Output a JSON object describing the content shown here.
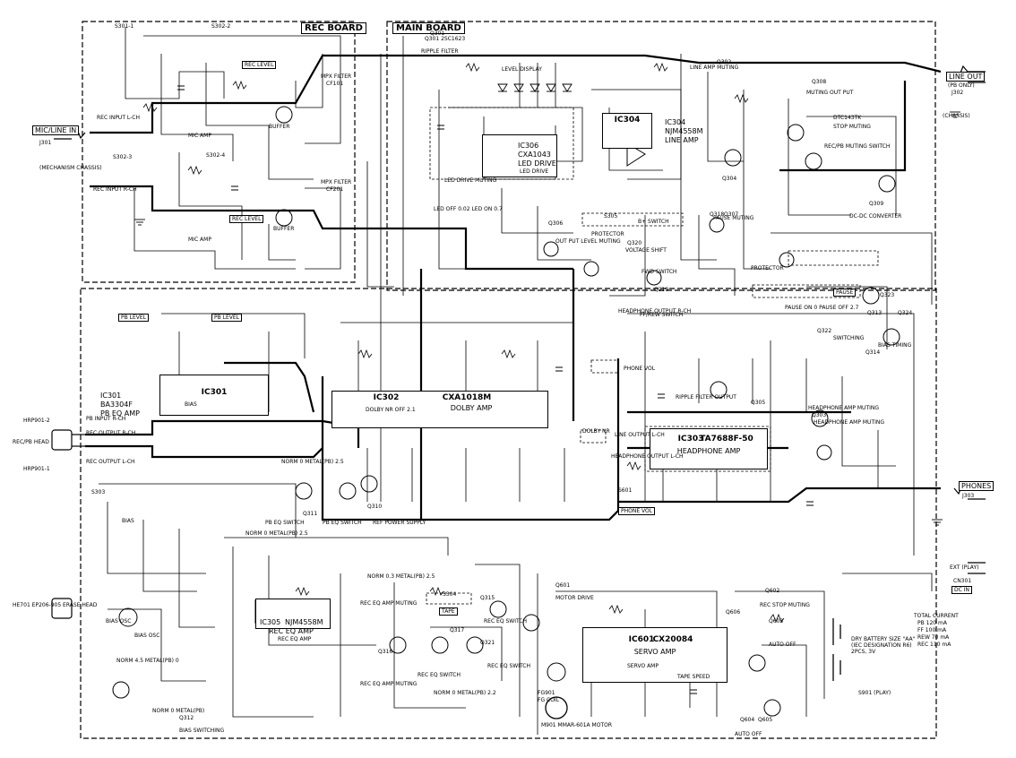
{
  "boards": {
    "rec": "REC BOARD",
    "main": "MAIN BOARD"
  },
  "ics": {
    "ic301_ref": "IC301",
    "ic301_part": "BA3304F",
    "ic301_func": "PB EQ AMP",
    "ic302_ref": "IC302",
    "ic302_part": "CXA1018M",
    "ic302_func": "DOLBY AMP",
    "ic303_ref": "IC303",
    "ic303_part": "TA7688F-50",
    "ic303_func": "HEADPHONE AMP",
    "ic304_ref": "IC304",
    "ic304_part": "NJM4558M",
    "ic304_func": "LINE AMP",
    "ic305_ref": "IC305",
    "ic305_part": "NJM4558M",
    "ic305_func": "REC EQ AMP",
    "ic306_ref": "IC306",
    "ic306_part": "CXA1043",
    "ic306_func": "LED DRIVE",
    "ic601_ref": "IC601",
    "ic601_part": "CX20084",
    "ic601_func": "SERVO AMP"
  },
  "jacks": {
    "mic_line_in": "MIC/LINE IN",
    "mic_line_ref": "J301",
    "mechanism_chassis": "(MECHANISM CHASSIS)",
    "line_out": "LINE OUT",
    "line_out_note": "(PB ONLY)",
    "line_out_ref": "J302",
    "chassis": "(CHASSIS)",
    "phones": "PHONES",
    "phones_ref": "J303",
    "ext": "EXT (PLAY)",
    "dc_in": "CN301",
    "dc_in_label": "DC IN"
  },
  "labels": {
    "rec_input_l": "REC INPUT L-CH",
    "rec_input_r": "REC INPUT R-CH",
    "rec_level": "REC LEVEL",
    "rec_level_2": "REC LEVEL",
    "mpx_filter_1": "MPX FILTER",
    "mpx_filter_1_ref": "CF101",
    "mpx_filter_2": "MPX FILTER",
    "mpx_filter_2_ref": "CF201",
    "buffer_1": "BUFFER",
    "buffer_2": "BUFFER",
    "mic_amp_1": "MIC AMP",
    "mic_amp_2": "MIC AMP",
    "ripple_filter": "RIPPLE FILTER",
    "ripple_filter_q": "Q301 2SC1623",
    "level_display": "LEVEL DISPLAY",
    "led_drive": "LED DRIVE",
    "led_drive_muting": "LED DRIVE MUTING",
    "line_amp_muting": "LINE AMP MUTING",
    "muting_out_put": "MUTING OUT PUT",
    "stop_muting": "STOP MUTING",
    "q309_part": "DTC143TK",
    "rec_pb_muting_switch": "REC/PB MUTING SWITCH",
    "pause_muting": "PAUSE MUTING",
    "dc_dc_converter": "DC-DC CONVERTER",
    "protector": "PROTECTOR",
    "protector_2": "PROTECTOR",
    "voltage_shift": "VOLTAGE SHIFT",
    "b_switch": "B+ SWITCH",
    "fwd_switch": "FWD SWITCH",
    "ff_rew_switch": "FF/REW SWITCH",
    "out_put_level_muting": "OUT PUT LEVEL MUTING",
    "pause": "PAUSE",
    "bias_timing": "BIAS TIMING",
    "switching": "SWITCHING",
    "pb_level": "PB LEVEL",
    "pb_level_2": "PB LEVEL",
    "pb_input_r": "PB INPUT R-CH",
    "rec_output_r": "REC OUTPUT R-CH",
    "rec_output_l": "REC OUTPUT L-CH",
    "rec_pb_head": "REC/PB HEAD",
    "hrp901_r": "HRP901-2",
    "hrp901_l": "HRP901-1",
    "erase_head": "HE701 EP206-905 ERASE HEAD",
    "bias_osc": "BIAS OSC",
    "bias_osc_2": "BIAS OSC",
    "bias_switching": "BIAS SWITCHING",
    "bias_box": "BIAS",
    "bias_chip": "BIAS",
    "pb_eq_switch": "PB EQ SWITCH",
    "pb_eq_switch_2": "PB EQ SWITCH",
    "ref_power_supply": "REF POWER SUPPLY",
    "dolby_nr": "DOLBY NR OFF 2.1",
    "headphone_output_r": "HEADPHONE OUTPUT R-CH",
    "headphone_output_l": "HEADPHONE OUTPUT L-CH",
    "line_output_l": "LINE OUTPUT L-CH",
    "ripple_filter_output": "RIPPLE FILTER OUTPUT",
    "phone_vol": "PHONE VOL",
    "phone_vol_box": "PHONE VOL",
    "headphone_amp_muting": "HEADPHONE AMP MUTING",
    "headphone_amp_muting_2": "HEADPHONE AMP MUTING",
    "rec_eq_amp": "REC EQ AMP",
    "rec_eq_amp_muting": "REC EQ AMP MUTING",
    "rec_eq_switch": "REC EQ SWITCH",
    "rec_eq_switch_2": "REC EQ SWITCH",
    "rec_eq_switch_3": "REC EQ SWITCH",
    "rec_eq_amp_muting_2": "REC EQ AMP MUTING",
    "motor_drive": "MOTOR DRIVE",
    "servo_amp": "SERVO AMP",
    "rec_stop_muting": "REC STOP MUTING",
    "auto_off": "AUTO OFF",
    "auto_off_2": "AUTO OFF",
    "motor": "M901 MMAR-601A MOTOR",
    "fg": "FG901",
    "fg_coil": "FG COIL",
    "tape_speed": "TAPE SPEED",
    "dolby_nr_switch": "DOLBY NR",
    "tape_switch": "TAPE",
    "dry_battery": "DRY BATTERY SIZE \"AA\" (IEC DESIGNATION R6) 2PCS, 3V",
    "total_current_title": "TOTAL CURRENT",
    "total_current_pb": "PB 120 mA",
    "total_current_ff": "FF 100 mA",
    "total_current_rew": "REW 70 mA",
    "total_current_rec": "REC 110 mA",
    "s901_label": "S901 (PLAY)",
    "norm_metal_1": "NORM 0 METAL(PB) 2.5",
    "norm_metal_2": "NORM 0 METAL(PB) 2.5",
    "norm_metal_3": "NORM 4.5 METAL(PB) 0",
    "norm_metal_4": "NORM 0.3 METAL(PB) 2.5",
    "norm_metal_5": "NORM 0 METAL(PB) 2.2",
    "norm_metal_6": "NORM 0 METAL(PB)",
    "led_off_on": "LED OFF 0.02 LED ON 0.7",
    "pause_on_off": "PAUSE ON 0 PAUSE OFF 2.7"
  },
  "transistors": [
    "Q301",
    "Q302",
    "Q303",
    "Q304",
    "Q305",
    "Q306",
    "Q307",
    "Q308",
    "Q309",
    "Q310",
    "Q311",
    "Q312",
    "Q313",
    "Q314",
    "Q315",
    "Q316",
    "Q317",
    "Q318",
    "Q319",
    "Q320",
    "Q321",
    "Q322",
    "Q323",
    "Q324",
    "Q601",
    "Q602",
    "Q603",
    "Q604",
    "Q605",
    "Q606"
  ],
  "switch_labels": [
    "S301-1",
    "S302-2",
    "S302-3",
    "S302-4",
    "S303",
    "S304",
    "S305",
    "S601"
  ],
  "colors": {
    "line": "#000000",
    "background": "#ffffff"
  }
}
